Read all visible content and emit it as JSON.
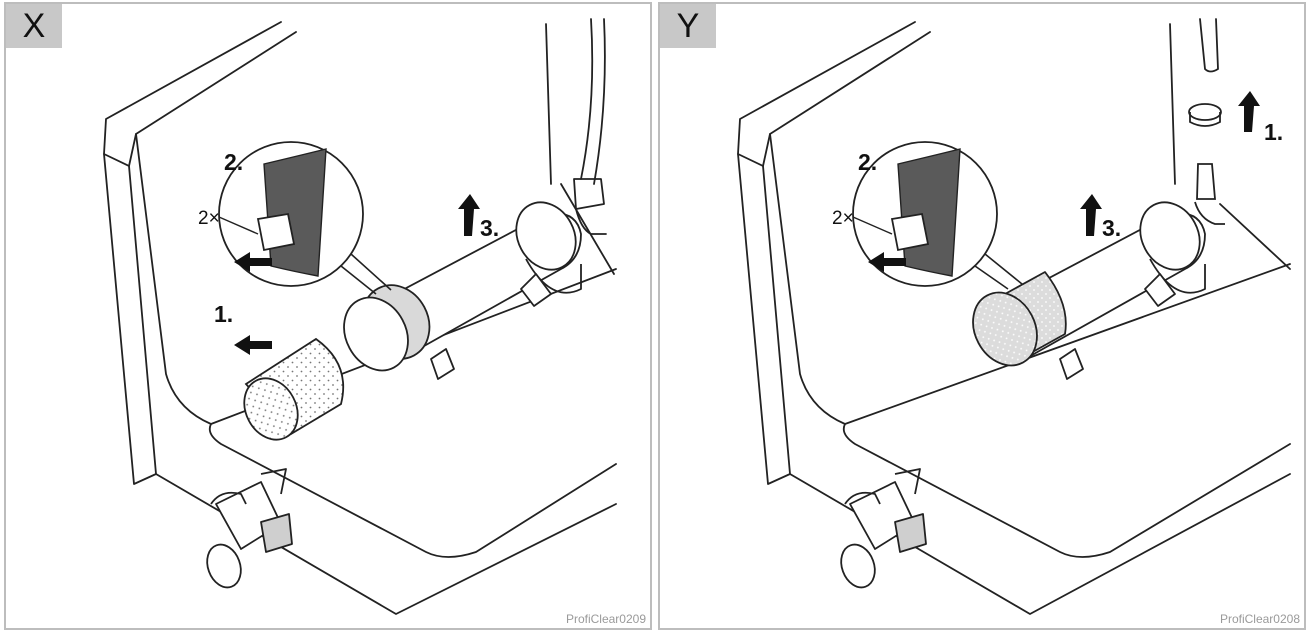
{
  "panels": [
    {
      "tab": "X",
      "code": "ProfiClear0209",
      "labels": {
        "step1": "1.",
        "step2": "2.",
        "step3": "3.",
        "multiplier": "2×"
      }
    },
    {
      "tab": "Y",
      "code": "ProfiClear0208",
      "labels": {
        "step1": "1.",
        "step2": "2.",
        "step3": "3.",
        "multiplier": "2×"
      }
    }
  ]
}
